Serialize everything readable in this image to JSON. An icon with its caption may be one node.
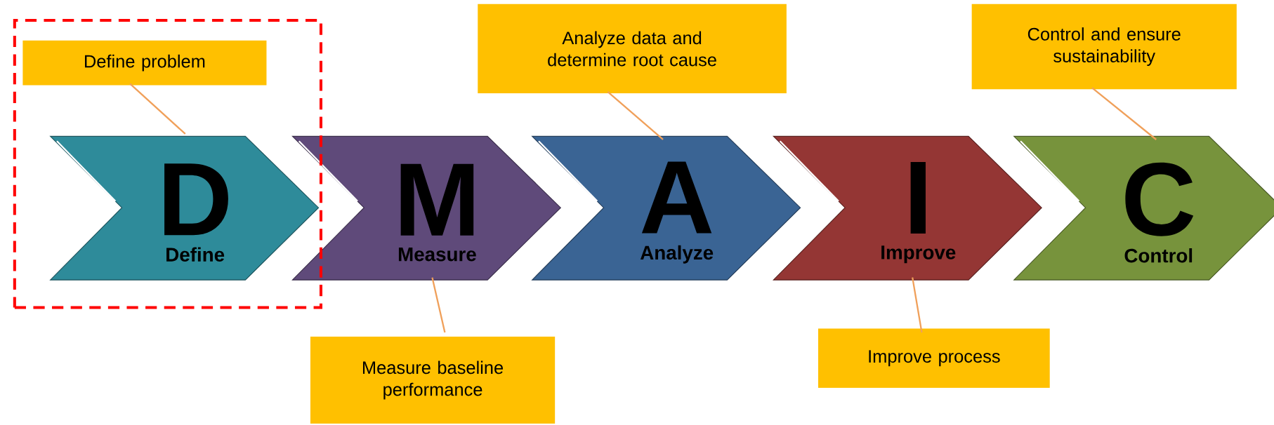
{
  "diagram": {
    "nodes": [
      {
        "text": [],
        "shape": "box"
      },
      {
        "text": [
          "Define problem"
        ],
        "in": 0
      },
      {
        "text": [
          "D",
          "Define"
        ],
        "in": 0
      },
      {
        "text": [
          "M",
          "Measure"
        ]
      },
      {
        "text": [
          "Measure baseline performance"
        ]
      },
      {
        "text": [
          "Analyze data and determine root cause"
        ]
      },
      {
        "text": [
          "A",
          "Analyze"
        ]
      },
      {
        "text": [
          "I",
          "Improve"
        ]
      },
      {
        "text": [
          "Improve process"
        ]
      },
      {
        "text": [
          "Control and ensure sustainability"
        ]
      },
      {
        "text": [
          "C",
          "Control"
        ]
      }
    ],
    "edges": [
      {
        "from": 1,
        "to": 2,
        "arrow": "none"
      },
      {
        "from": 4,
        "to": 3,
        "arrow": "none"
      },
      {
        "from": 5,
        "to": 6,
        "arrow": "none"
      },
      {
        "from": 8,
        "to": 7,
        "arrow": "none"
      },
      {
        "from": 9,
        "to": 10,
        "arrow": "none"
      }
    ]
  }
}
